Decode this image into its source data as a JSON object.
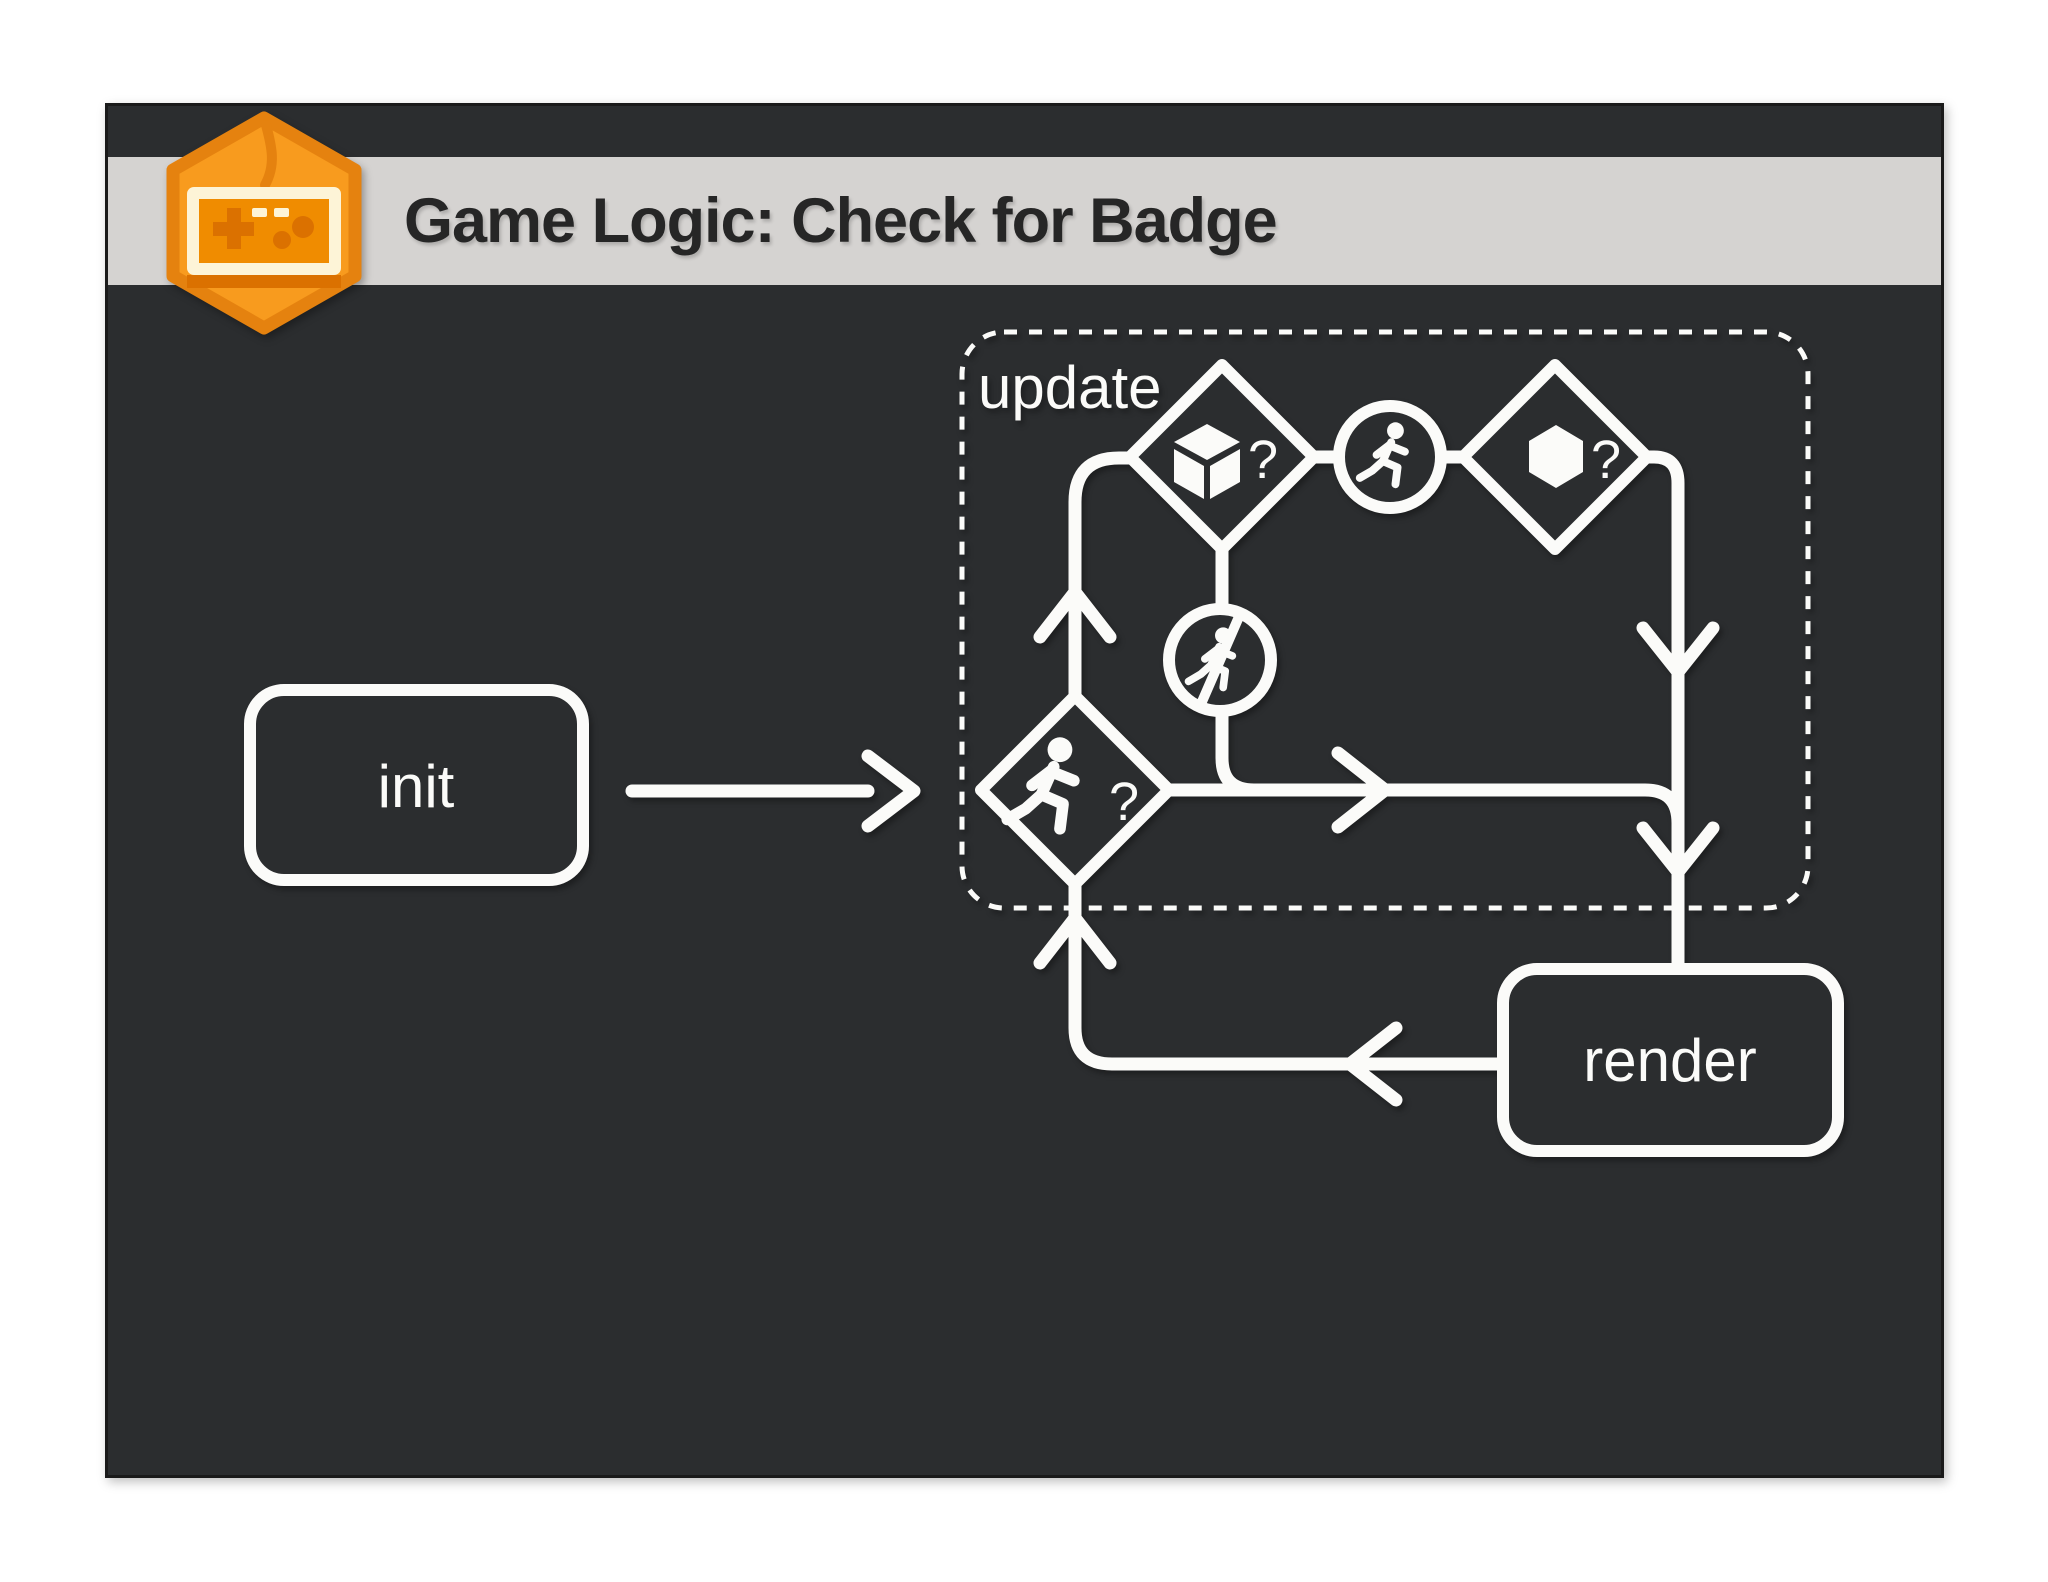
{
  "header": {
    "title": "Game Logic: Check for Badge",
    "badge_icon": "game-controller-hexagon-badge",
    "bar_color": "#d5d3d1",
    "title_color": "#262626",
    "badge_orange": "#f89b1e",
    "badge_orange_dark": "#e5820f",
    "badge_detail_orange": "#db7100",
    "badge_cream": "#fdf4d7"
  },
  "slide": {
    "background": "#2b2d2f",
    "page_background": "#ffffff",
    "line_color": "#fbfbf9"
  },
  "flowchart": {
    "init_label": "init",
    "update_label": "update",
    "render_label": "render",
    "question_mark": "?",
    "nodes": [
      {
        "id": "init",
        "type": "process",
        "label": "init"
      },
      {
        "id": "update",
        "type": "dashed-group",
        "label": "update"
      },
      {
        "id": "running-check",
        "type": "decision",
        "icon": "running-person-icon",
        "decoration": "?"
      },
      {
        "id": "box-collision-check",
        "type": "decision",
        "icon": "cube-icon",
        "decoration": "?"
      },
      {
        "id": "keep-running",
        "type": "action-circle",
        "icon": "running-person-icon"
      },
      {
        "id": "badge-check",
        "type": "decision",
        "icon": "hexagon-badge-icon",
        "decoration": "?"
      },
      {
        "id": "stop-running",
        "type": "action-circle",
        "icon": "no-running-icon"
      },
      {
        "id": "render",
        "type": "process",
        "label": "render"
      }
    ],
    "edges": [
      {
        "from": "init",
        "to": "running-check",
        "arrow": "right"
      },
      {
        "from": "running-check",
        "to": "box-collision-check",
        "arrow": "up"
      },
      {
        "from": "box-collision-check",
        "to": "keep-running",
        "arrow": "none"
      },
      {
        "from": "keep-running",
        "to": "badge-check",
        "arrow": "none"
      },
      {
        "from": "badge-check",
        "to": "render",
        "arrow": "down-down"
      },
      {
        "from": "box-collision-check",
        "to": "stop-running",
        "arrow": "none"
      },
      {
        "from": "stop-running",
        "to": "render-line",
        "arrow": "merge-right"
      },
      {
        "from": "running-check",
        "to": "render-line",
        "arrow": "right"
      },
      {
        "from": "render",
        "to": "running-check",
        "arrow": "left-up"
      }
    ]
  }
}
